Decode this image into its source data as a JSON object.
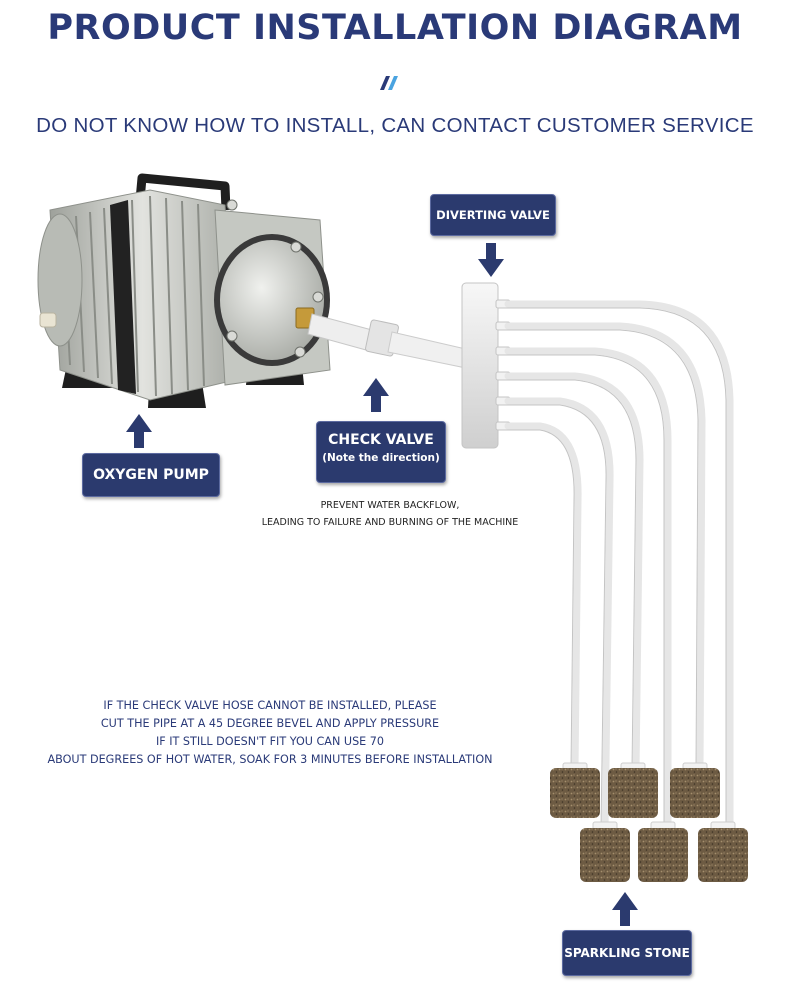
{
  "header": {
    "title": "PRODUCT INSTALLATION DIAGRAM",
    "subtitle": "DO NOT KNOW HOW TO INSTALL, CAN CONTACT CUSTOMER SERVICE"
  },
  "labels": {
    "diverting_valve": "DIVERTING VALVE",
    "oxygen_pump": "OXYGEN PUMP",
    "check_valve": "CHECK VALVE",
    "check_valve_note": "(Note the direction)",
    "sparkling_stone": "SPARKLING STONE"
  },
  "notes": {
    "check_line1": "PREVENT WATER BACKFLOW,",
    "check_line2": "LEADING TO FAILURE AND BURNING OF THE MACHINE",
    "install_line1": "IF THE CHECK VALVE HOSE CANNOT BE INSTALLED, PLEASE",
    "install_line2": "CUT THE PIPE AT A 45 DEGREE BEVEL AND APPLY PRESSURE",
    "install_line3": "IF IT STILL DOESN'T FIT YOU CAN USE 70",
    "install_line4": "ABOUT DEGREES OF HOT WATER, SOAK FOR 3 MINUTES BEFORE INSTALLATION"
  },
  "colors": {
    "title": "#2a3a78",
    "label_bg": "#2b3a6e",
    "arrow": "#2b3a6e",
    "pump_body": "#c9cbc6",
    "tube": "#e8e8e8",
    "stone": "#6b5a44"
  },
  "icons": [
    "up-arrow-icon",
    "down-arrow-icon",
    "slash-mark-icon"
  ]
}
